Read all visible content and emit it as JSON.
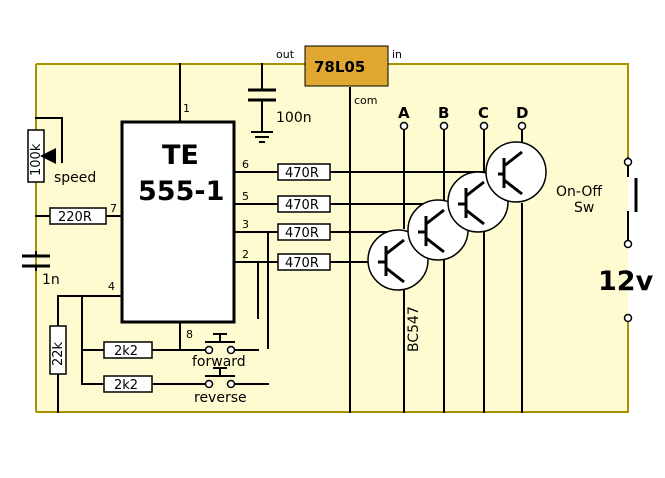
{
  "colors": {
    "background": "#ffffff",
    "board": "#fffbd0",
    "rail": "#a89000",
    "regulator": "#e0a830",
    "wire": "#000000"
  },
  "ic": {
    "line1": "TE",
    "line2": "555-1"
  },
  "ic_pins": {
    "p1": "1",
    "p2": "2",
    "p3": "3",
    "p4": "4",
    "p5": "5",
    "p6": "6",
    "p7": "7",
    "p8": "8"
  },
  "regulator": {
    "label": "78L05",
    "out": "out",
    "in": "in",
    "com": "com"
  },
  "capacitors": {
    "c100n": "100n",
    "c1n": "1n"
  },
  "resistors": {
    "r100k": "100k",
    "r220": "220R",
    "r22k": "22k",
    "r2k2_fwd": "2k2",
    "r2k2_rev": "2k2",
    "r470_1": "470R",
    "r470_2": "470R",
    "r470_3": "470R",
    "r470_4": "470R"
  },
  "labels": {
    "speed": "speed",
    "forward": "forward",
    "reverse": "reverse",
    "transistor": "BC547",
    "switch_line1": "On-Off",
    "switch_line2": "Sw",
    "supply": "12v"
  },
  "outputs": [
    "A",
    "B",
    "C",
    "D"
  ]
}
